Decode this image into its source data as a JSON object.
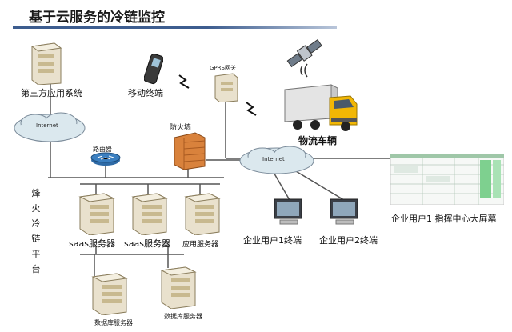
{
  "title": "基于云服务的冷链监控",
  "labels": {
    "third_party": "第三方应用系统",
    "mobile_terminal": "移动终端",
    "gprs_gateway": "GPRS网关",
    "firewall": "防火墙",
    "router": "路由器",
    "logistics_vehicle": "物流车辆",
    "internet_left": "Internet",
    "internet_right": "Internet",
    "platform_vertical": "烽火冷链平台",
    "saas1": "saas服务器",
    "saas2": "saas服务器",
    "app_server": "应用服务器",
    "db_server1": "数据库服务器",
    "db_server2": "数据库服务器",
    "user1": "企业用户1终端",
    "user2": "企业用户2终端",
    "command_center": "企业用户1 指挥中心大屏幕"
  },
  "colors": {
    "title_rule": "#3d5d8f",
    "cloud": "#dbe8ee",
    "firewall": "#d9823c",
    "router": "#3b7fc0",
    "server": "#e9e1cd",
    "truck_cab": "#f2b705",
    "line": "#555555"
  }
}
